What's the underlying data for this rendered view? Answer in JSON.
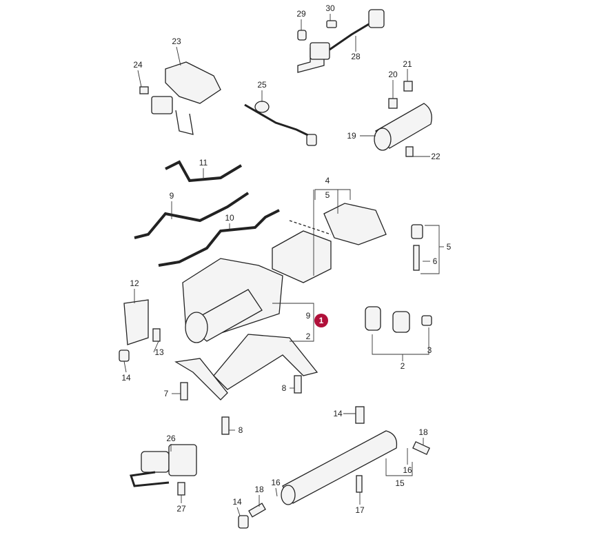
{
  "callouts": [
    "29",
    "30",
    "28",
    "23",
    "24",
    "25",
    "20",
    "21",
    "19",
    "22",
    "11",
    "4",
    "5",
    "9",
    "10",
    "5",
    "6",
    "12",
    "9",
    "2",
    "13",
    "14",
    "2",
    "3",
    "7",
    "8",
    "8",
    "14",
    "18",
    "16",
    "15",
    "26",
    "27",
    "14",
    "18",
    "16",
    "17"
  ],
  "highlight": {
    "label": "1",
    "color": "#b0103a"
  }
}
